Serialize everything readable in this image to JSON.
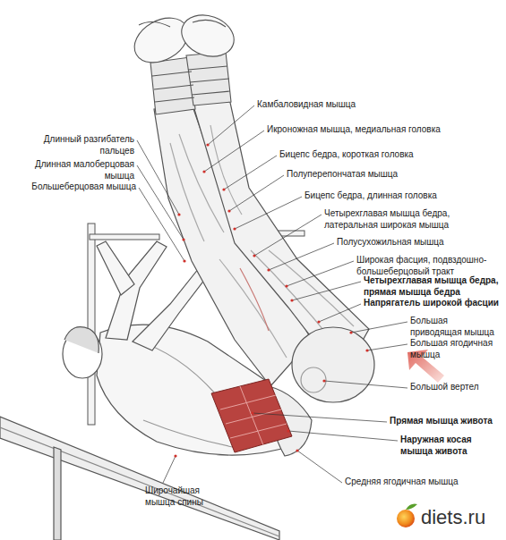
{
  "diagram": {
    "labels": [
      "Длинный разгибатель пальцев",
      "Длинная малоберцовая мышца",
      "Большеберцовая мышца",
      "Камбаловидная мышца",
      "Икроножная мышца, медиальная головка",
      "Бицепс бедра, короткая головка",
      "Полуперепончатая мышца",
      "Бицепс бедра, длинная головка",
      "Четырехглавая мышца бедра, латеральная широкая мышца",
      "Полусухожильная мышца",
      "Широкая фасция, подвздошно-большеберцовый тракт",
      "Четырехглавая мышца бедра, прямая мышца бедра",
      "Напрягатель широкой фасции",
      "Большая приводящая мышца",
      "Большая ягодичная мышца",
      "Большой вертел",
      "Прямая мышца живота",
      "Наружная косая мышца живота",
      "Средняя ягодичная мышца",
      "Широчайшая мышца спины",
      "diets.ru"
    ]
  }
}
